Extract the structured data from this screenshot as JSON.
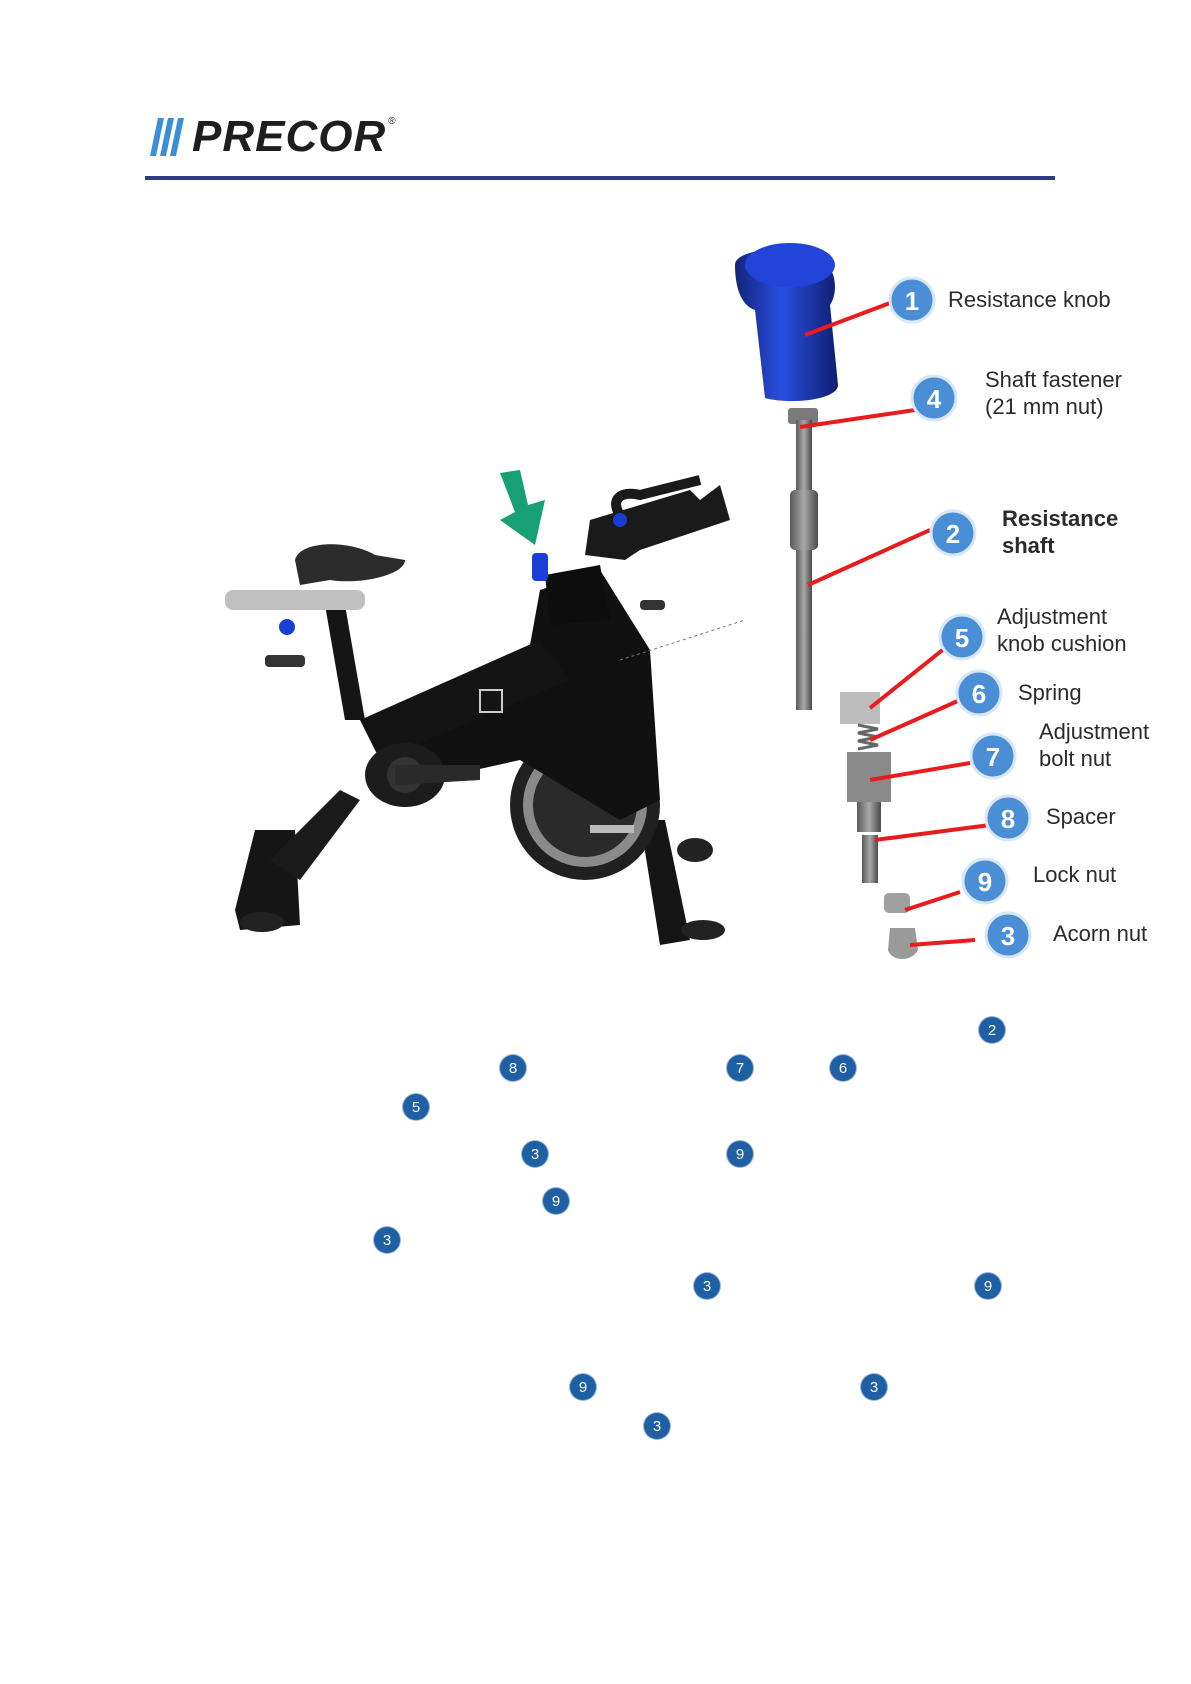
{
  "header": {
    "logo_text": "PRECOR",
    "logo_reg": "®",
    "brand_color": "#2e3a8c"
  },
  "callouts": [
    {
      "number": "1",
      "label_line1": "Resistance knob",
      "label_line2": ""
    },
    {
      "number": "4",
      "label_line1": "Shaft fastener",
      "label_line2": "(21 mm nut)"
    },
    {
      "number": "2",
      "label_line1": "Resistance",
      "label_line2": "shaft"
    },
    {
      "number": "5",
      "label_line1": "Adjustment",
      "label_line2": "knob cushion"
    },
    {
      "number": "6",
      "label_line1": "Spring",
      "label_line2": ""
    },
    {
      "number": "7",
      "label_line1": "Adjustment",
      "label_line2": "bolt nut"
    },
    {
      "number": "8",
      "label_line1": "Spacer",
      "label_line2": ""
    },
    {
      "number": "9",
      "label_line1": "Lock nut",
      "label_line2": ""
    },
    {
      "number": "3",
      "label_line1": "Acorn nut",
      "label_line2": ""
    }
  ],
  "inline_badges": [
    "2",
    "8",
    "7",
    "6",
    "5",
    "3",
    "9",
    "9",
    "3",
    "3",
    "9",
    "9",
    "3",
    "3"
  ],
  "colors": {
    "knob_blue": "#1e3fbf",
    "callout_circle": "#4a8fd6",
    "leader_red": "#e81c1c",
    "arrow_green": "#16a074",
    "badge_blue": "#1f5fa3"
  }
}
